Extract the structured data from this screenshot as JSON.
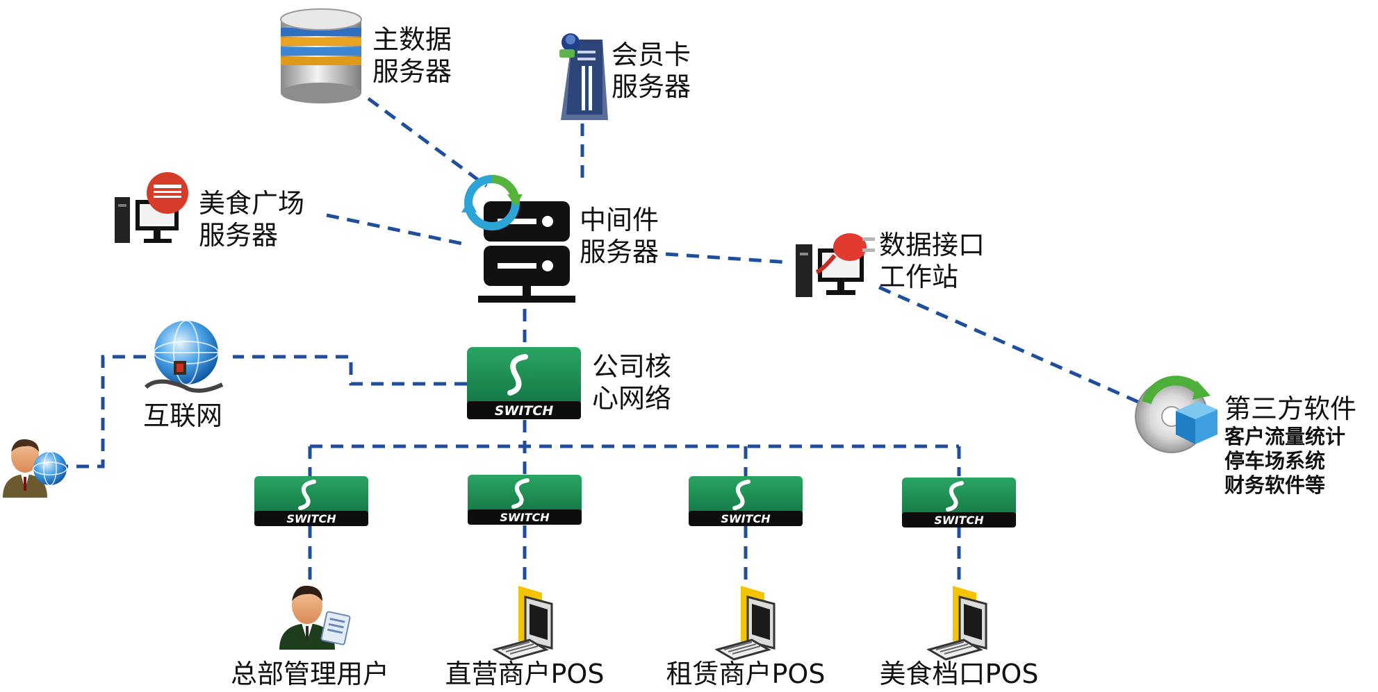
{
  "nodes": {
    "main_db": {
      "line1": "主数据",
      "line2": "服务器",
      "icon": "database-icon"
    },
    "member_card": {
      "line1": "会员卡",
      "line2": "服务器",
      "icon": "tower-server-icon"
    },
    "food_court": {
      "line1": "美食广场",
      "line2": "服务器",
      "icon": "workstation-food-icon"
    },
    "middleware": {
      "line1": "中间件",
      "line2": "服务器",
      "icon": "rack-server-icon"
    },
    "data_interface": {
      "line1": "数据接口",
      "line2": "工作站",
      "icon": "workstation-plug-icon"
    },
    "internet": {
      "label": "互联网",
      "icon": "globe-icon"
    },
    "remote_user": {
      "icon": "user-globe-icon"
    },
    "core_switch": {
      "line1": "公司核",
      "line2": "心网络",
      "switch_text": "SWITCH",
      "icon": "switch-icon"
    },
    "third_party": {
      "title": "第三方软件",
      "items": [
        "客户流量统计",
        "停车场系统",
        "财务软件等"
      ],
      "icon": "software-disc-icon"
    },
    "access_switches": [
      {
        "switch_text": "SWITCH",
        "client": "总部管理用户",
        "client_icon": "manager-user-icon"
      },
      {
        "switch_text": "SWITCH",
        "client": "直营商户POS",
        "client_icon": "pos-computer-icon"
      },
      {
        "switch_text": "SWITCH",
        "client": "租赁商户POS",
        "client_icon": "pos-computer-icon"
      },
      {
        "switch_text": "SWITCH",
        "client": "美食档口POS",
        "client_icon": "pos-computer-icon"
      }
    ]
  },
  "colors": {
    "link": "#1f4e9c",
    "switch_green": "#14804a",
    "switch_dark": "#0d0d0d"
  }
}
